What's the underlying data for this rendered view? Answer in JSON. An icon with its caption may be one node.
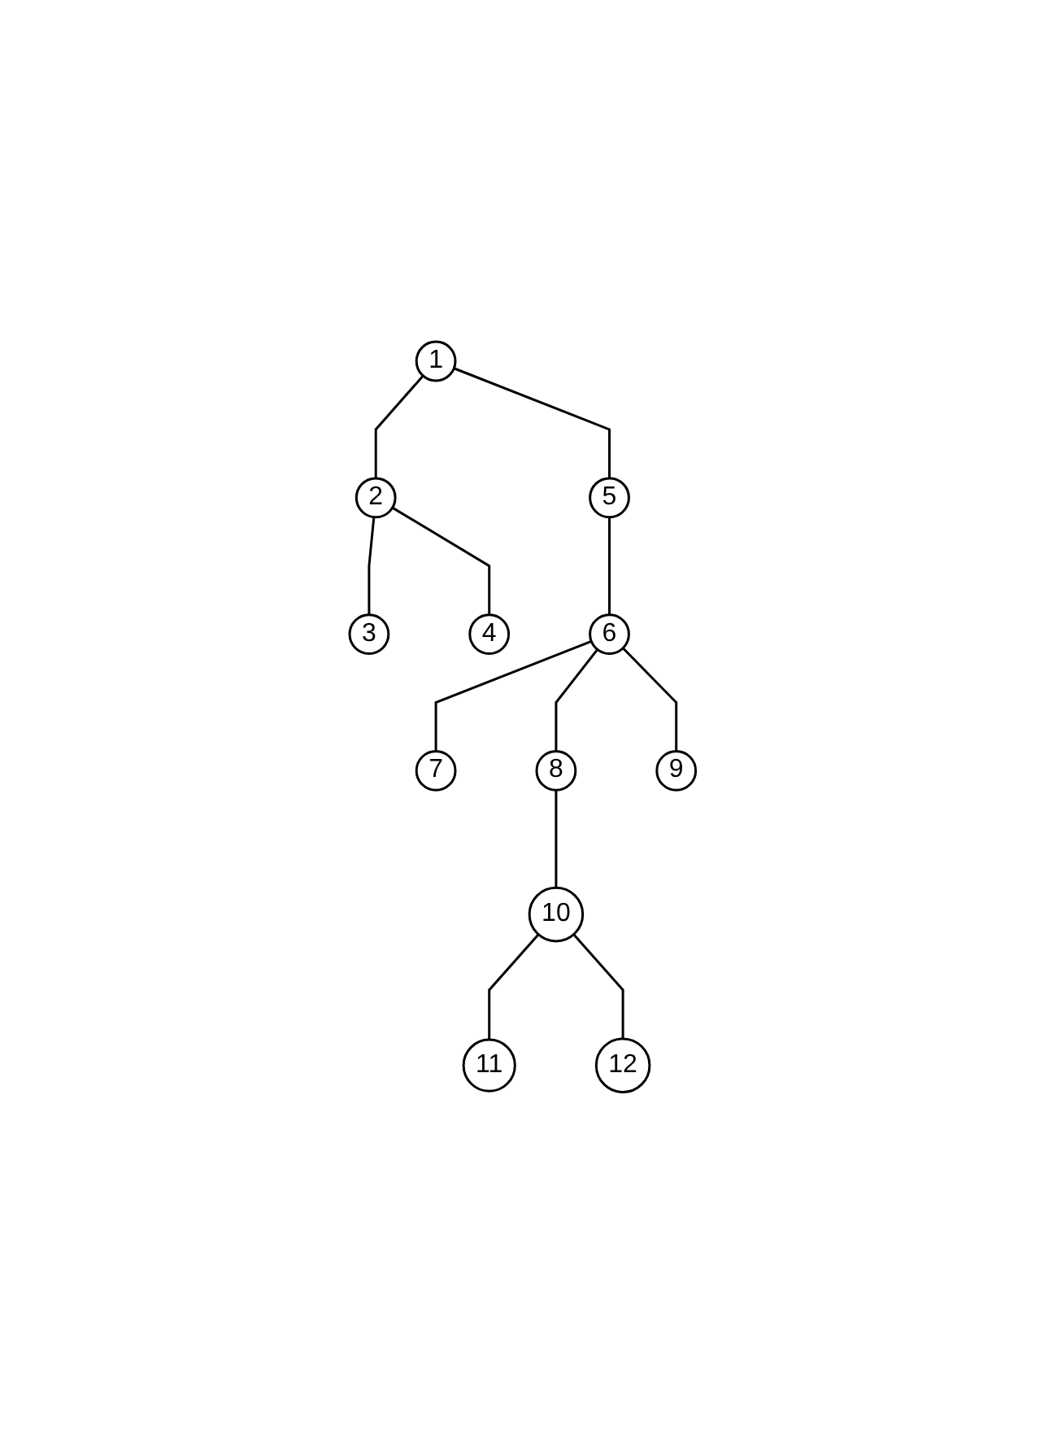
{
  "diagram": {
    "nodes": [
      {
        "text": [
          "1"
        ]
      },
      {
        "text": [
          "2"
        ]
      },
      {
        "text": [
          "5"
        ]
      },
      {
        "text": [
          "3"
        ]
      },
      {
        "text": [
          "4"
        ]
      },
      {
        "text": [
          "6"
        ]
      },
      {
        "text": [
          "7"
        ]
      },
      {
        "text": [
          "8"
        ]
      },
      {
        "text": [
          "9"
        ]
      },
      {
        "text": [
          "10"
        ]
      },
      {
        "text": [
          "11"
        ]
      },
      {
        "text": [
          "12"
        ]
      }
    ],
    "edges": [
      {
        "from": 0,
        "to": 1,
        "arrow": "none"
      },
      {
        "from": 0,
        "to": 2,
        "arrow": "none"
      },
      {
        "from": 1,
        "to": 3,
        "arrow": "none"
      },
      {
        "from": 1,
        "to": 4,
        "arrow": "none"
      },
      {
        "from": 2,
        "to": 5,
        "arrow": "none"
      },
      {
        "from": 5,
        "to": 6,
        "arrow": "none"
      },
      {
        "from": 5,
        "to": 7,
        "arrow": "none"
      },
      {
        "from": 5,
        "to": 8,
        "arrow": "none"
      },
      {
        "from": 7,
        "to": 9,
        "arrow": "none"
      },
      {
        "from": 9,
        "to": 10,
        "arrow": "none"
      },
      {
        "from": 9,
        "to": 11,
        "arrow": "none"
      }
    ]
  }
}
